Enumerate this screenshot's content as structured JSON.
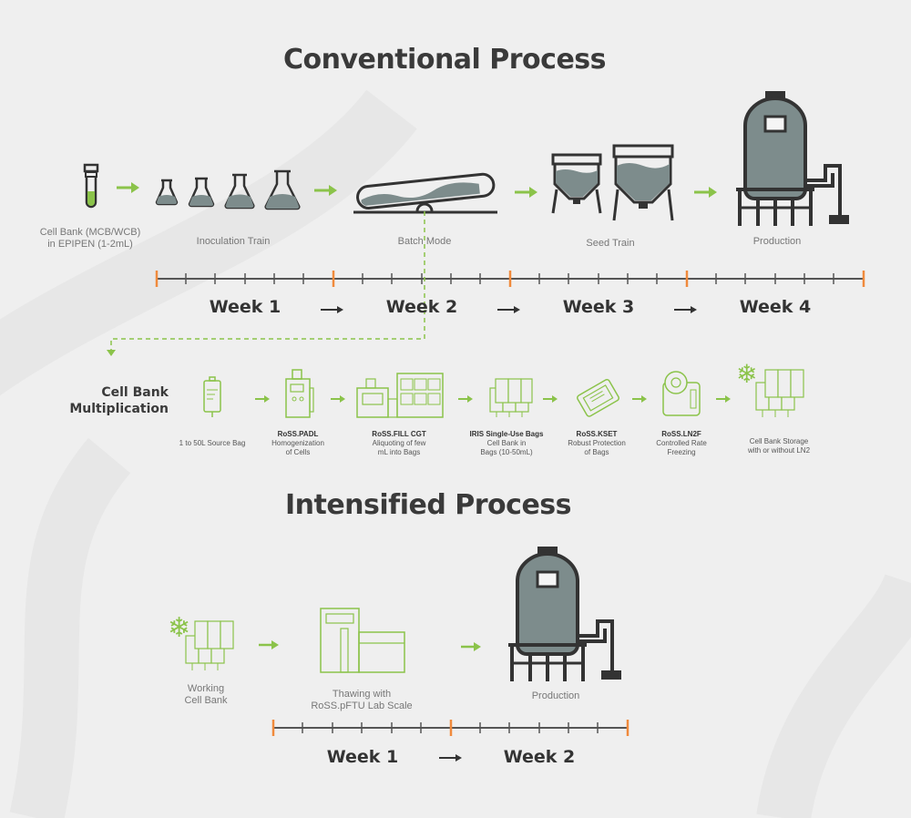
{
  "conventional": {
    "title": "Conventional Process",
    "steps": {
      "cell_bank": "Cell Bank (MCB/WCB)\nin EPIPEN (1-2mL)",
      "inoculation": "Inoculation Train",
      "batch": "Batch Mode",
      "seed": "Seed Train",
      "production": "Production"
    },
    "weeks": [
      "Week  1",
      "Week 2",
      "Week 3",
      "Week 4"
    ]
  },
  "cell_bank_multiplication": {
    "title": "Cell Bank\nMultiplication",
    "steps": [
      {
        "name": "",
        "desc": "1 to 50L Source Bag"
      },
      {
        "name": "RoSS.PADL",
        "desc": "Homogenization\nof Cells"
      },
      {
        "name": "RoSS.FILL CGT",
        "desc": "Aliquoting of few\nmL into Bags"
      },
      {
        "name": "IRIS Single-Use Bags",
        "desc": "Cell Bank in\nBags (10-50mL)"
      },
      {
        "name": "RoSS.KSET",
        "desc": "Robust Protection\nof Bags"
      },
      {
        "name": "RoSS.LN2F",
        "desc": "Controlled Rate\nFreezing"
      },
      {
        "name": "",
        "desc": "Cell Bank Storage\nwith or without LN2"
      }
    ]
  },
  "intensified": {
    "title": "Intensified Process",
    "steps": {
      "working": "Working\nCell Bank",
      "thawing": "Thawing with\nRoSS.pFTU Lab Scale",
      "production": "Production"
    },
    "weeks": [
      "Week 1",
      "Week 2"
    ]
  },
  "colors": {
    "accent": "#8bc34a",
    "tick_orange": "#f08a3c",
    "dark": "#3a3a3a",
    "vessel": "#7d8c8c"
  },
  "icons": [
    "vial-icon",
    "flask-icon",
    "rocker-bioreactor-icon",
    "seed-tank-icon",
    "production-tank-icon",
    "bag-icon",
    "mixer-icon",
    "filler-icon",
    "bags-stack-icon",
    "kit-icon",
    "freezer-icon",
    "snowflake-icon",
    "arrow-icon"
  ]
}
